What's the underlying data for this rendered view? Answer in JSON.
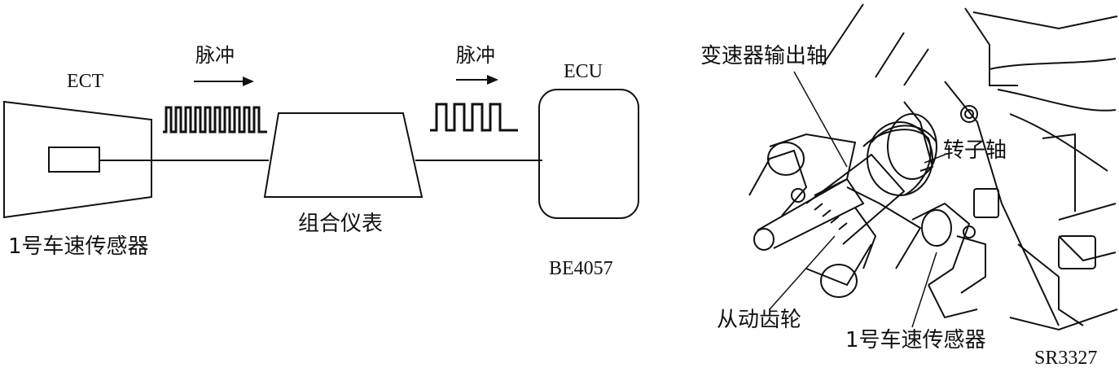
{
  "left_diagram": {
    "ect_label": "ECT",
    "sensor_label": "1号车速传感器",
    "pulse_label_1": "脉冲",
    "pulse_label_2": "脉冲",
    "cluster_label": "组合仪表",
    "ecu_label": "ECU",
    "figure_code": "BE4057"
  },
  "right_diagram": {
    "output_shaft_label": "变速器输出轴",
    "rotor_shaft_label": "转子轴",
    "driven_gear_label": "从动齿轮",
    "sensor_label": "1号车速传感器",
    "figure_code": "SR3327"
  },
  "colors": {
    "ink": "#111111",
    "background": "#ffffff"
  }
}
